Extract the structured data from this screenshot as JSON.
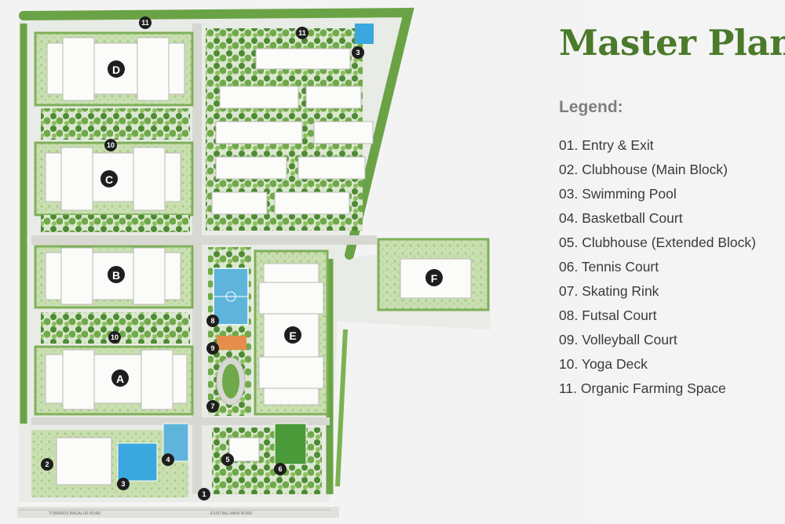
{
  "header": {
    "title": "Master Plan"
  },
  "legend": {
    "title": "Legend:",
    "items": [
      "01. Entry & Exit",
      "02. Clubhouse (Main Block)",
      "03. Swimming Pool",
      "04. Basketball Court",
      "05. Clubhouse (Extended Block)",
      "06. Tennis Court",
      "07. Skating Rink",
      "08. Futsal Court",
      "09. Volleyball Court",
      "10. Yoga Deck",
      "11. Organic Farming Space"
    ]
  },
  "map": {
    "blocks": [
      "D",
      "C",
      "B",
      "A",
      "E",
      "F"
    ],
    "markers": [
      "1",
      "2",
      "3",
      "3",
      "4",
      "5",
      "6",
      "7",
      "8",
      "9",
      "10",
      "10",
      "11",
      "11"
    ],
    "roads": {
      "south_left": "TOWARDS BAGALUR ROAD",
      "south_main": "EXISTING MAIN ROAD"
    }
  },
  "colors": {
    "title": "#4a7a2a",
    "legend_title": "#7f7f7f",
    "legend_text": "#3a3a3a",
    "greenery": "#5e9a3e",
    "pool": "#3aa7de",
    "court": "#5fb4dc",
    "volleyball": "#e58e4c"
  }
}
